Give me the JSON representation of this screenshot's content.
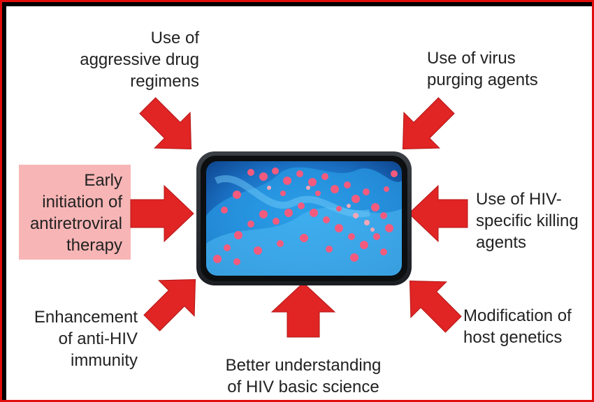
{
  "labels": {
    "top_left": [
      "Use of",
      "aggressive drug",
      "regimens"
    ],
    "top_right": [
      "Use of virus",
      "purging agents"
    ],
    "left": [
      "Early",
      "initiation of",
      "antiretroviral",
      "therapy"
    ],
    "right": [
      "Use of HIV-",
      "specific killing",
      "agents"
    ],
    "bottom_left": [
      "Enhancement",
      "of anti-HIV",
      "immunity"
    ],
    "bottom": [
      "Better understanding",
      "of HIV basic science"
    ],
    "bottom_right": [
      "Modification of",
      "host genetics"
    ]
  },
  "colors": {
    "arrow": "#e12424",
    "frame": "#e10d0d",
    "highlight": "#f7a8a8",
    "image_bg": "#1f86d4",
    "particle": "#f25b7e"
  },
  "center_image": {
    "icon": "hiv-virus-micrograph"
  }
}
